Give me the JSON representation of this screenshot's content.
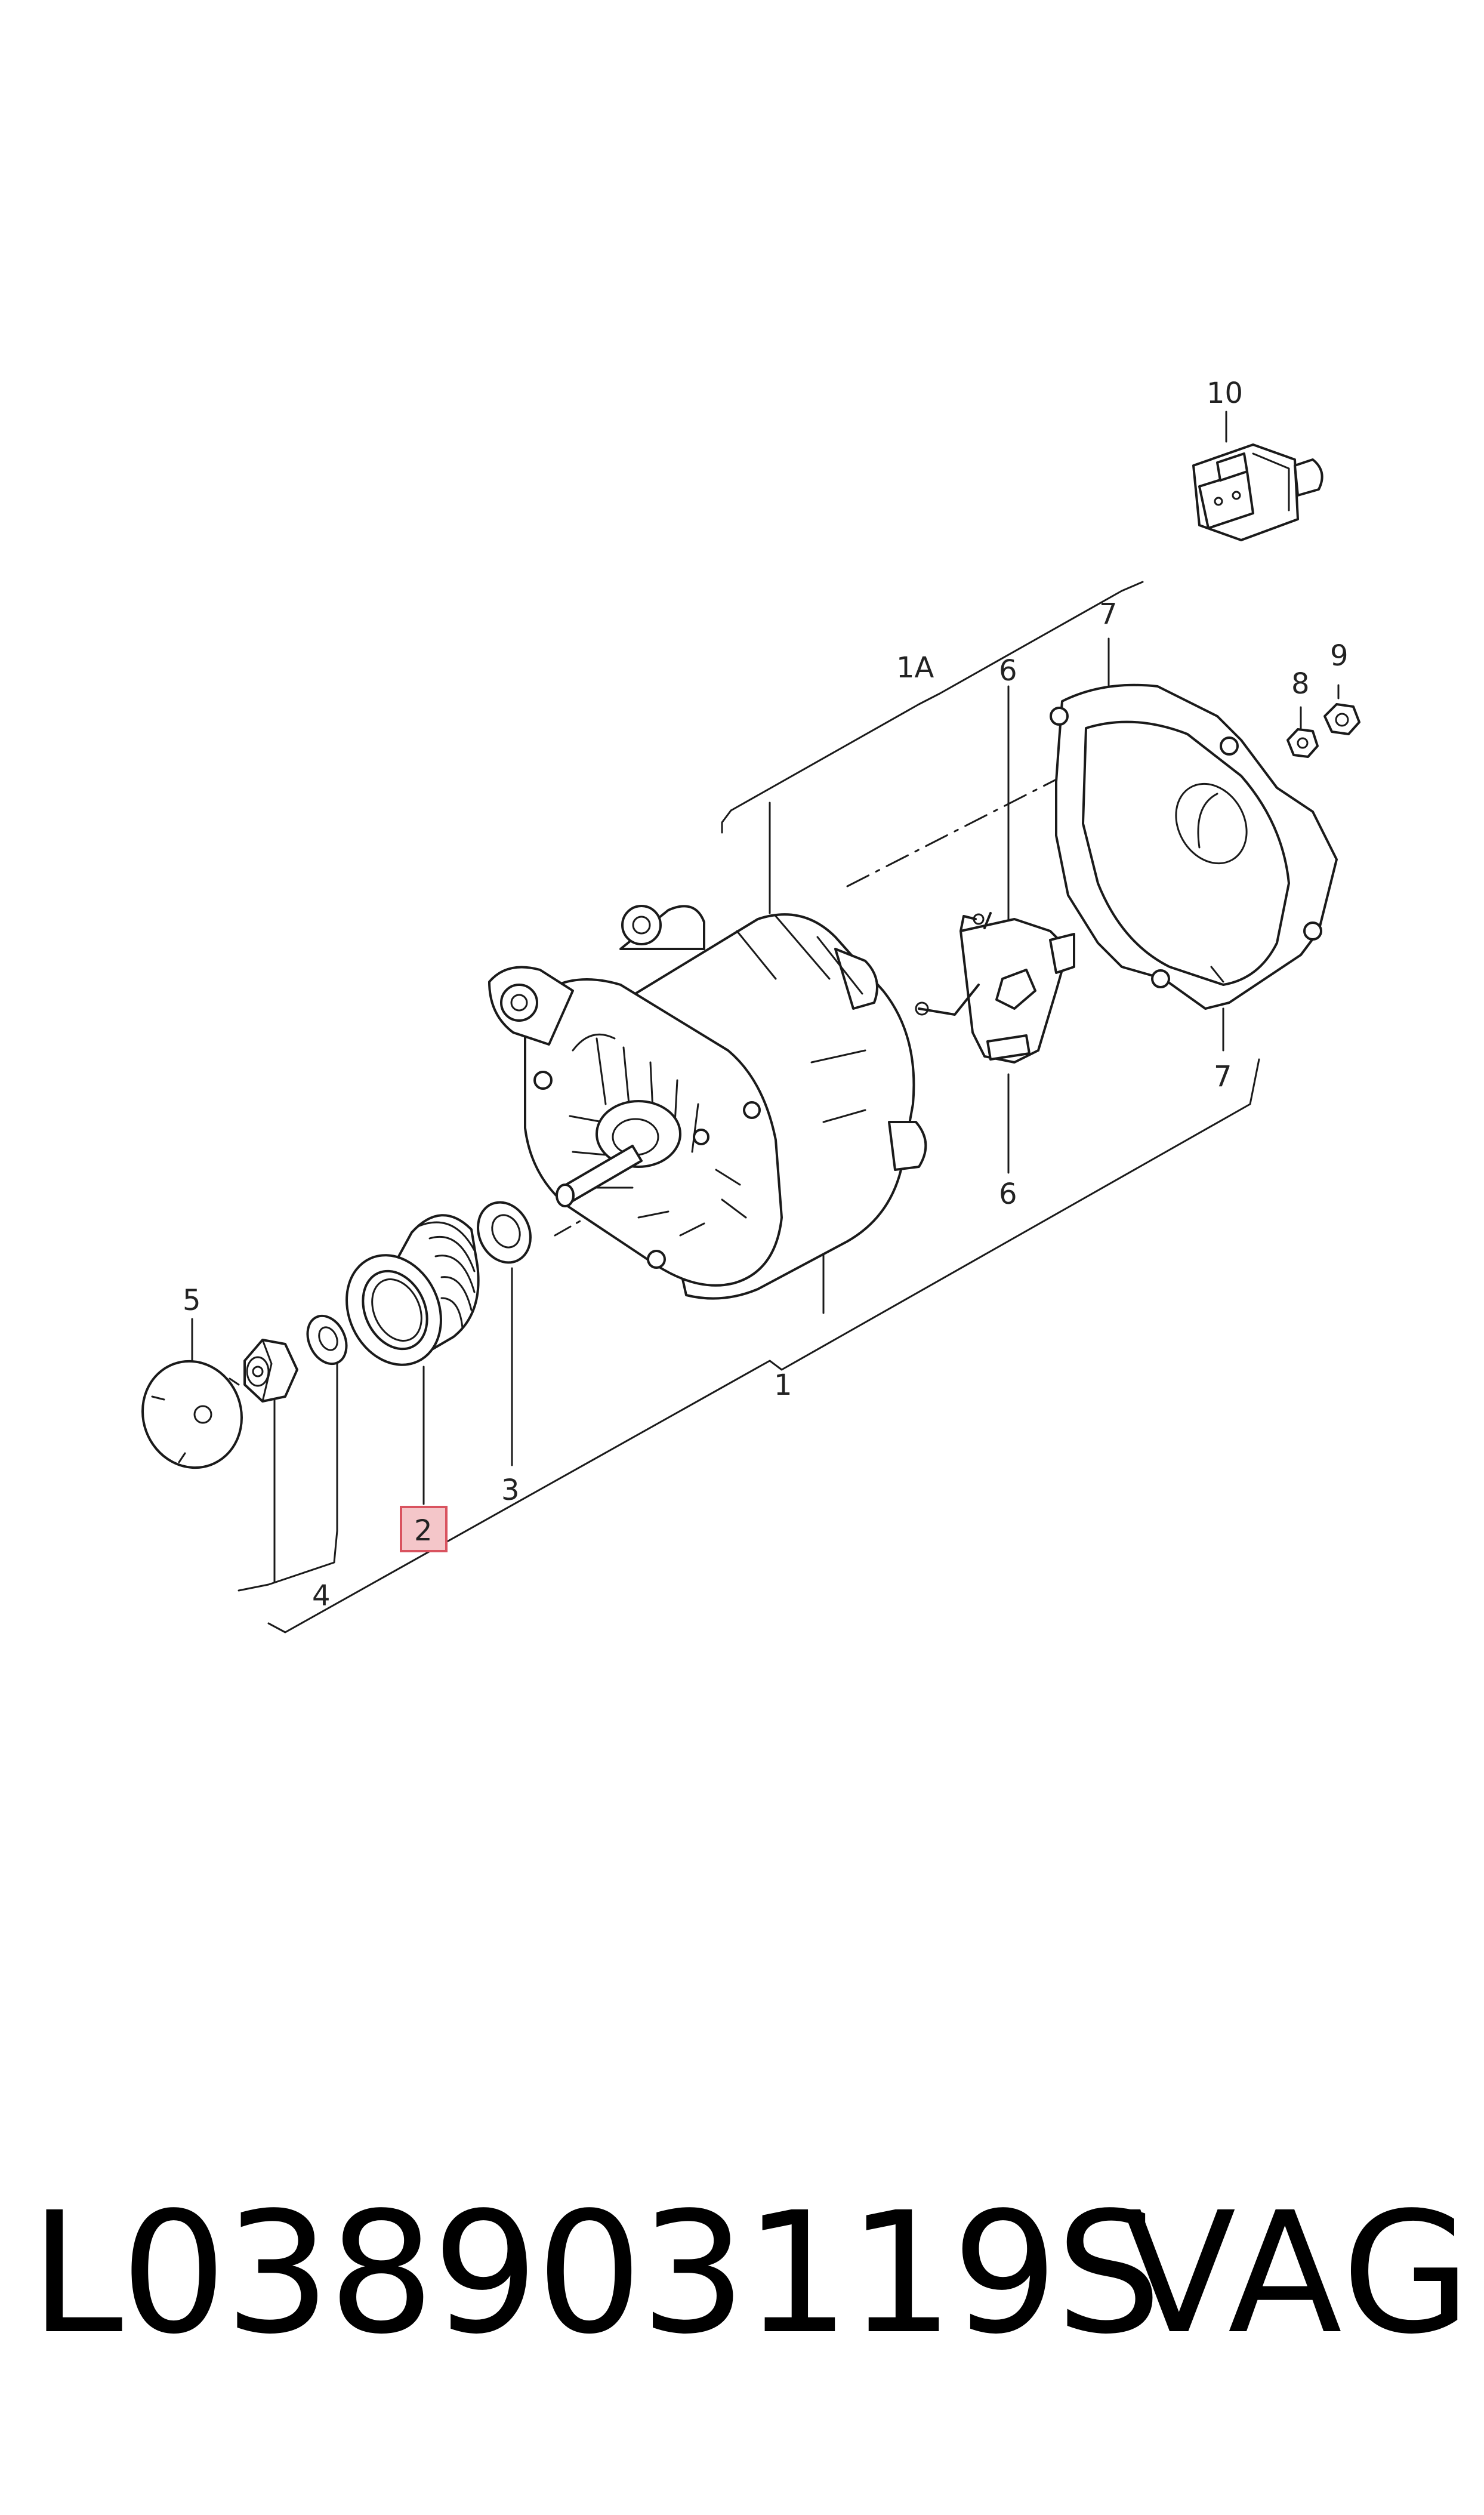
{
  "diagram": {
    "highlight_color": "#f4c6c9",
    "highlight_border": "#d9535f",
    "callouts": {
      "c1": "1",
      "c1A": "1A",
      "c2": "2",
      "c3": "3",
      "c4": "4",
      "c5": "5",
      "c6_top": "6",
      "c6_bottom": "6",
      "c7_top": "7",
      "c7_bottom": "7",
      "c8": "8",
      "c9": "9",
      "c10": "10"
    },
    "highlighted_callout": "2",
    "parts": [
      {
        "icon": "alternator-icon"
      },
      {
        "icon": "pulley-icon"
      },
      {
        "icon": "washer-icon"
      },
      {
        "icon": "nut-icon"
      },
      {
        "icon": "cap-icon"
      },
      {
        "icon": "voltage-regulator-icon"
      },
      {
        "icon": "rear-cover-icon"
      },
      {
        "icon": "connector-icon"
      }
    ]
  },
  "footer": {
    "part_number": "L038903119S",
    "brand": "VAG"
  }
}
